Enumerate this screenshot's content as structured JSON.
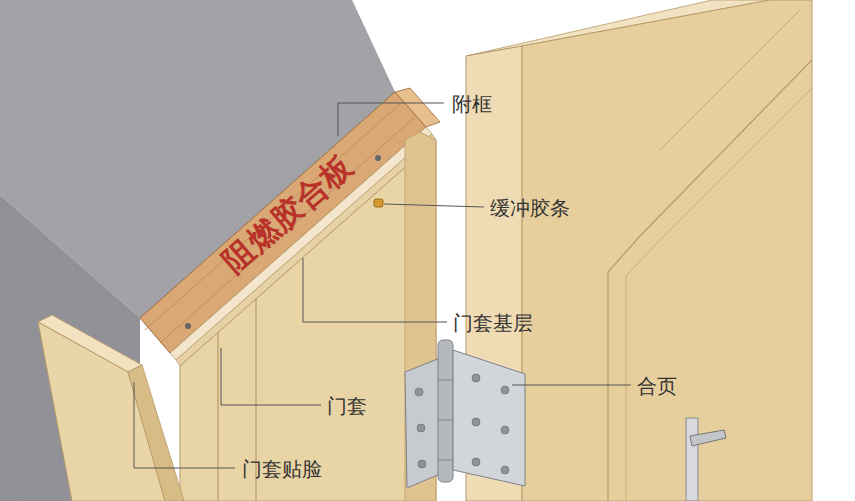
{
  "diagram": {
    "labels": [
      "附框",
      "阻燃胶合板",
      "缓冲胶条",
      "门套基层",
      "合页",
      "门套",
      "门套贴脸"
    ]
  }
}
